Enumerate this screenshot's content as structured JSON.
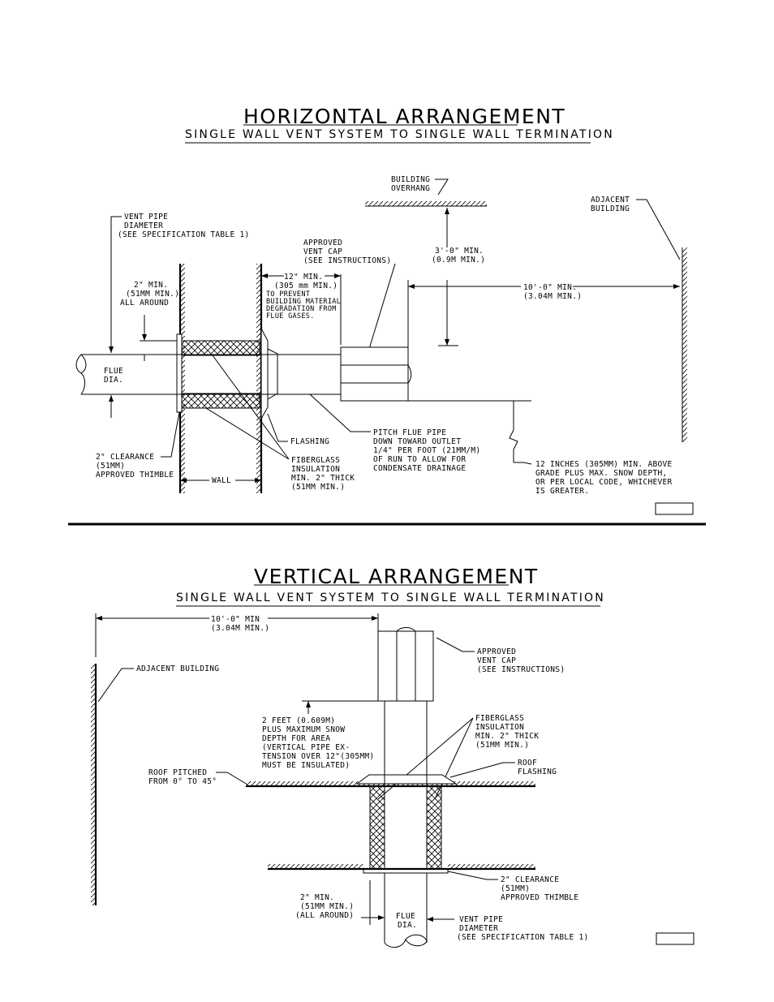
{
  "horizontal": {
    "title": "HORIZONTAL ARRANGEMENT",
    "subtitle": "SINGLE WALL VENT SYSTEM TO SINGLE WALL TERMINATION",
    "labels": {
      "building_overhang": [
        "BUILDING",
        "OVERHANG"
      ],
      "adjacent_building": [
        "ADJACENT",
        "BUILDING"
      ],
      "vent_pipe_diameter": [
        "VENT PIPE",
        "DIAMETER",
        "(SEE SPECIFICATION TABLE 1)"
      ],
      "approved_vent_cap": [
        "APPROVED",
        "VENT CAP",
        "(SEE INSTRUCTIONS)"
      ],
      "three_feet_min": [
        "3'-0\" MIN.",
        "(0.9M MIN.)"
      ],
      "ten_feet_min": [
        "10'-0\" MIN.",
        "(3.04M MIN.)"
      ],
      "twelve_min": [
        "12\" MIN.",
        "(305 mm MIN.)"
      ],
      "to_prevent": [
        "TO PREVENT",
        "BUILDING MATERIAL",
        "DEGRADATION FROM",
        "FLUE GASES."
      ],
      "two_min_around": [
        "2\" MIN.",
        "(51MM MIN.)",
        "ALL AROUND"
      ],
      "flue_dia": [
        "FLUE",
        "DIA."
      ],
      "flashing": "FLASHING",
      "pitch": [
        "PITCH FLUE PIPE",
        "DOWN TOWARD OUTLET",
        "1/4\" PER FOOT (21MM/M)",
        "OF RUN TO ALLOW FOR",
        "CONDENSATE DRAINAGE"
      ],
      "clearance": [
        "2\" CLEARANCE",
        "(51MM)",
        "APPROVED THIMBLE"
      ],
      "wall": "WALL",
      "fiberglass": [
        "FIBERGLASS",
        "INSULATION",
        "MIN. 2\" THICK",
        "(51MM MIN.)"
      ],
      "twelve_inches": [
        "12 INCHES (305MM) MIN. ABOVE",
        "GRADE PLUS MAX. SNOW DEPTH,",
        "OR PER LOCAL CODE, WHICHEVER",
        "IS GREATER."
      ]
    }
  },
  "vertical": {
    "title": "VERTICAL ARRANGEMENT",
    "subtitle": "SINGLE WALL VENT SYSTEM TO SINGLE WALL TERMINATION",
    "labels": {
      "ten_feet_min": [
        "10'-0\" MIN",
        "(3.04M MIN.)"
      ],
      "adjacent_building": "ADJACENT BUILDING",
      "approved_vent_cap": [
        "APPROVED",
        "VENT CAP",
        "(SEE INSTRUCTIONS)"
      ],
      "two_feet": [
        "2 FEET (0.609M)",
        "PLUS MAXIMUM SNOW",
        "DEPTH FOR AREA",
        "(VERTICAL PIPE EX-",
        "TENSION OVER 12\"(305MM)",
        "MUST BE INSULATED)"
      ],
      "fiberglass": [
        "FIBERGLASS",
        "INSULATION",
        "MIN. 2\" THICK",
        "(51MM MIN.)"
      ],
      "roof_pitched": [
        "ROOF PITCHED",
        "FROM 0° TO 45°"
      ],
      "roof_flashing": [
        "ROOF",
        "FLASHING"
      ],
      "clearance": [
        "2\" CLEARANCE",
        "(51MM)",
        "APPROVED THIMBLE"
      ],
      "two_min_around": [
        "2\" MIN.",
        "(51MM MIN.)",
        "(ALL AROUND)"
      ],
      "flue_dia": [
        "FLUE",
        "DIA."
      ],
      "vent_pipe_diameter": [
        "VENT PIPE",
        "DIAMETER",
        "(SEE SPECIFICATION TABLE 1)"
      ]
    }
  }
}
